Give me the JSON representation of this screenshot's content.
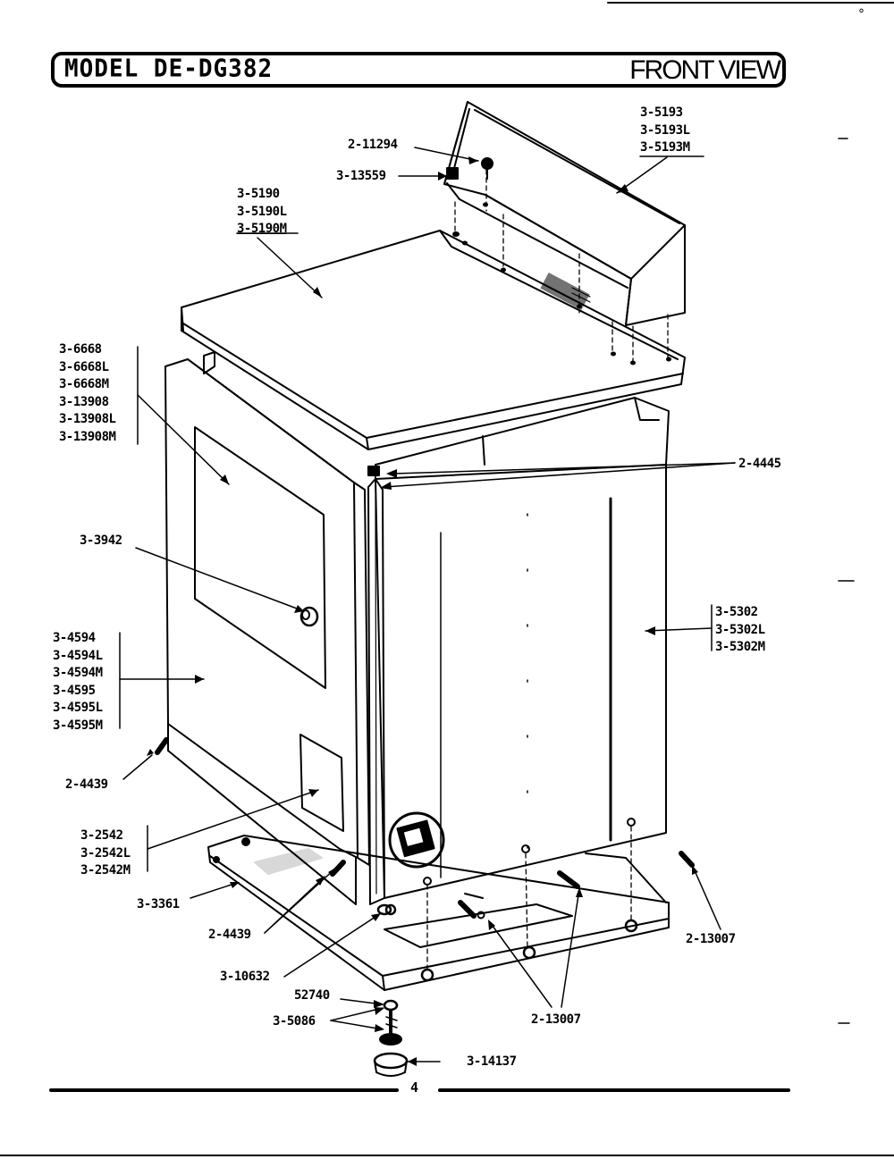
{
  "header": {
    "model_title": "MODEL DE-DG382",
    "view_title": "FRONT VIEW"
  },
  "footer": {
    "page_number": "4"
  },
  "callouts": {
    "control_panel": [
      "3-5193",
      "3-5193L",
      "3-5193M"
    ],
    "panel_screw": "2-11294",
    "panel_clip": "3-13559",
    "top": [
      "3-5190",
      "3-5190L",
      "3-5190M"
    ],
    "door": [
      "3-6668",
      "3-6668L",
      "3-6668M",
      "3-13908",
      "3-13908L",
      "3-13908M"
    ],
    "hinge_screw": "2-4445",
    "door_knob": "3-3942",
    "side_panel": [
      "3-5302",
      "3-5302L",
      "3-5302M"
    ],
    "front_panel": [
      "3-4594",
      "3-4594L",
      "3-4594M",
      "3-4595",
      "3-4595L",
      "3-4595M"
    ],
    "front_screw": "2-4439",
    "access_panel": [
      "3-2542",
      "3-2542L",
      "3-2542M"
    ],
    "base": "3-3361",
    "base_screw": "2-4439",
    "grommet": "3-10632",
    "nut": "52740",
    "leveling_leg": "3-5086",
    "foot_cup": "3-14137",
    "rear_screw": "2-13007",
    "bottom_screw": "2-13007"
  }
}
